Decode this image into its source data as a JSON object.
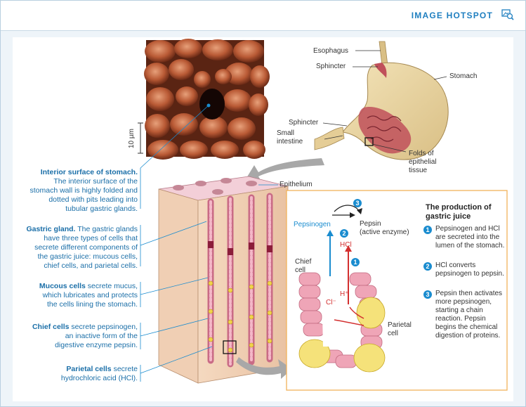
{
  "header": {
    "title": "IMAGE HOTSPOT",
    "icon": "zoom-image-icon",
    "accent": "#1f7fc0"
  },
  "micrograph": {
    "scale_label": "10 µm"
  },
  "stomach": {
    "labels": {
      "esophagus": "Esophagus",
      "sphincter_top": "Sphincter",
      "stomach": "Stomach",
      "sphincter_bottom": "Sphincter",
      "small_intestine_1": "Small",
      "small_intestine_2": "intestine",
      "folds_1": "Folds of",
      "folds_2": "epithelial",
      "folds_3": "tissue"
    }
  },
  "gland": {
    "epithelium_label": "Epithelium"
  },
  "captions": [
    {
      "title": "Interior surface of stomach.",
      "body": [
        "The interior surface of the",
        "stomach wall is highly folded and",
        "dotted with pits leading into",
        "tubular gastric glands."
      ]
    },
    {
      "title": "Gastric gland.",
      "body": [
        "The gastric glands",
        "have three types of cells that",
        "secrete different components of",
        "the gastric juice: mucous cells,",
        "chief cells, and parietal cells."
      ]
    },
    {
      "title": "Mucous cells",
      "body": [
        "secrete mucus,",
        "which lubricates and protects",
        "the cells lining the stomach."
      ]
    },
    {
      "title": "Chief cells",
      "body": [
        "secrete pepsinogen,",
        "an inactive form of the",
        "digestive enzyme pepsin."
      ]
    },
    {
      "title": "Parietal cells",
      "body": [
        "secrete",
        "hydrochloric acid (HCl)."
      ]
    }
  ],
  "juice_panel": {
    "title_1": "The production of",
    "title_2": "gastric juice",
    "pepsinogen": "Pepsinogen",
    "pepsin": "Pepsin",
    "pepsin_sub": "(active enzyme)",
    "hcl": "HCl",
    "h_plus": "H⁺",
    "cl_minus": "Cl⁻",
    "chief_1": "Chief",
    "chief_2": "cell",
    "parietal_1": "Parietal",
    "parietal_2": "cell",
    "badges": [
      "1",
      "2",
      "3"
    ],
    "steps": [
      {
        "num": "1",
        "lines": [
          "Pepsinogen and HCl",
          "are secreted into the",
          "lumen of the stomach."
        ]
      },
      {
        "num": "2",
        "lines": [
          "HCl converts",
          "pepsinogen to pepsin."
        ]
      },
      {
        "num": "3",
        "lines": [
          "Pepsin then activates",
          "more pepsinogen,",
          "starting a chain",
          "reaction. Pepsin",
          "begins the chemical",
          "digestion of proteins."
        ]
      }
    ]
  }
}
